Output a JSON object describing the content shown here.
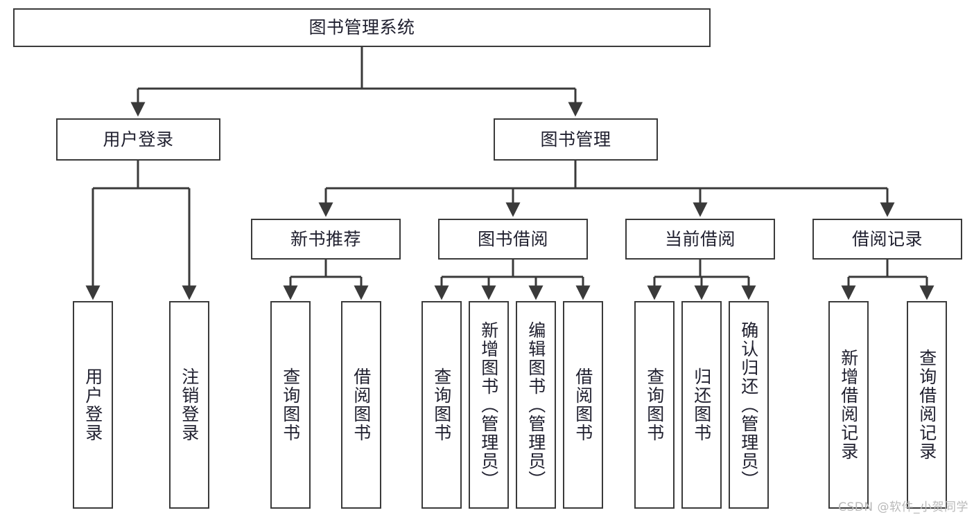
{
  "diagram": {
    "title": "图书管理系统",
    "type": "hierarchy-tree",
    "watermark": "CSDN @软件_小贺同学",
    "colors": {
      "background": "#ffffff",
      "box_border": "#3a3a3a",
      "box_fill": "#ffffff",
      "text": "#1f1f2e",
      "connector": "#3a3a3a",
      "watermark": "#b9b9b9"
    },
    "root": {
      "label": "图书管理系统"
    },
    "level2": [
      {
        "label": "用户登录"
      },
      {
        "label": "图书管理"
      }
    ],
    "level3": [
      {
        "label": "新书推荐"
      },
      {
        "label": "图书借阅"
      },
      {
        "label": "当前借阅"
      },
      {
        "label": "借阅记录"
      }
    ],
    "leaves": {
      "user_login": [
        {
          "label": "用户登录"
        },
        {
          "label": "注销登录"
        }
      ],
      "new_book_recommend": [
        {
          "label": "查询图书"
        },
        {
          "label": "借阅图书"
        }
      ],
      "book_borrow": [
        {
          "label": "查询图书"
        },
        {
          "label": "新增图书（管理员）"
        },
        {
          "label": "编辑图书（管理员）"
        },
        {
          "label": "借阅图书"
        }
      ],
      "current_borrow": [
        {
          "label": "查询图书"
        },
        {
          "label": "归还图书"
        },
        {
          "label": "确认归还（管理员）"
        }
      ],
      "borrow_record": [
        {
          "label": "新增借阅记录"
        },
        {
          "label": "查询借阅记录"
        }
      ]
    }
  }
}
